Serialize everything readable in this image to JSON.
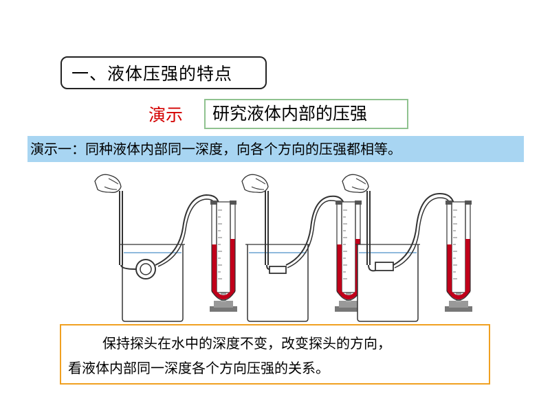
{
  "section_title": "一、液体压强的特点",
  "demo": {
    "label": "演示",
    "topic": "研究液体内部的压强"
  },
  "conclusion": "演示一：同种液体内部同一深度，向各个方向的压强都相等。",
  "note": {
    "line1": "保持探头在水中的深度不变，改变探头的方向，",
    "line2": "看液体内部同一深度各个方向压强的关系。"
  },
  "colors": {
    "conclusion_bg": "#a8d5f2",
    "demo_label": "#d40000",
    "topic_border": "#8fc28f",
    "note_border": "#f0a020",
    "manometer_liquid": "#c0001a"
  }
}
